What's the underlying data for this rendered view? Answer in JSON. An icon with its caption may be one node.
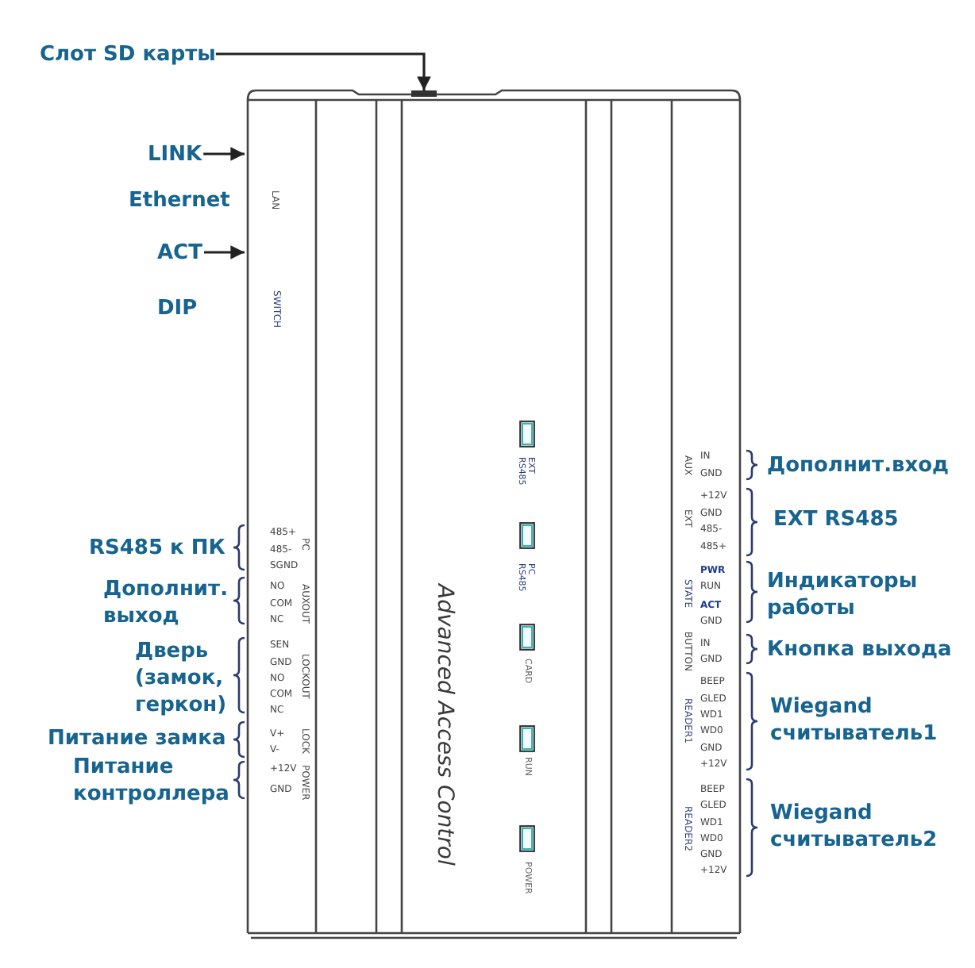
{
  "diagram": {
    "nodes": [
      {
        "text": [
          "Слот SD карты"
        ]
      },
      {
        "text": [],
        "shape": "bar"
      },
      {
        "text": [
          "LINK"
        ]
      },
      {
        "text": [
          "ACT"
        ]
      }
    ],
    "edges": [
      {
        "from": 0,
        "to": 1,
        "arrow": "to"
      },
      {
        "from": 2,
        "to": null,
        "arrow": "to"
      },
      {
        "from": 3,
        "to": null,
        "arrow": "to"
      }
    ],
    "labels": [
      "Ethernet",
      "DIP",
      "RS485 к ПК",
      "Дополнит. выход",
      "Дверь (замок, геркон)",
      "Питание замка",
      "Питание контроллера",
      "LAN",
      "SWITCH",
      "485+",
      "485-",
      "SGND",
      "PC",
      "NO",
      "COM",
      "NC",
      "AUXOUT",
      "SEN",
      "GND",
      "NO",
      "COM",
      "NC",
      "LOCKOUT",
      "V+",
      "V-",
      "LOCK",
      "+12V",
      "GND",
      "POWER",
      "Advanced Access Control",
      "EXT RS485",
      "PC RS485",
      "CARD",
      "RUN",
      "POWER",
      "AUX",
      "IN",
      "GND",
      "EXT",
      "+12V",
      "GND",
      "485-",
      "485+",
      "STATE",
      "PWR",
      "RUN",
      "ACT",
      "GND",
      "BUTTON",
      "IN",
      "GND",
      "READER1",
      "BEEP",
      "GLED",
      "WD1",
      "WD0",
      "GND",
      "+12V",
      "READER2",
      "BEEP",
      "GLED",
      "WD1",
      "WD0",
      "GND",
      "+12V",
      "Дополнит.вход",
      "EXT RS485",
      "Индикаторы работы",
      "Кнопка выхода",
      "Wiegand считыватель1",
      "Wiegand считыватель2"
    ]
  }
}
